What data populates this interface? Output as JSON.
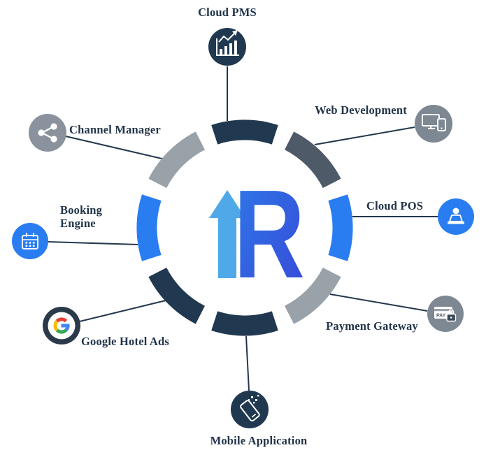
{
  "diagram": {
    "description": "Product integration wheel diagram with central logo and eight connected services"
  },
  "center": {
    "logo_letter": "R"
  },
  "colors": {
    "navy": "#203950",
    "slate": "#4e5a68",
    "gray": "#99a1a9",
    "blue": "#2a7df0",
    "light_blue": "#4fa8e8",
    "connector": "#24384d",
    "label_text": "#213449",
    "google_blue": "#4285F4",
    "google_red": "#EA4335",
    "google_yellow": "#FBBC05",
    "google_green": "#34A853"
  },
  "nodes": [
    {
      "id": "cloud-pms",
      "label": "Cloud PMS",
      "icon": "bar-chart-icon",
      "circle_color": "#203950"
    },
    {
      "id": "web-development",
      "label": "Web Development",
      "icon": "devices-icon",
      "circle_color": "#7e8893"
    },
    {
      "id": "cloud-pos",
      "label": "Cloud POS",
      "icon": "pos-agent-icon",
      "circle_color": "#2a7df0"
    },
    {
      "id": "payment-gateway",
      "label": "Payment Gateway",
      "icon": "payment-card-icon",
      "circle_color": "#7e8893"
    },
    {
      "id": "mobile-application",
      "label": "Mobile Application",
      "icon": "mobile-phone-icon",
      "circle_color": "#203950"
    },
    {
      "id": "google-hotel-ads",
      "label": "Google Hotel Ads",
      "icon": "google-g-icon",
      "circle_color": "#2b3a4a"
    },
    {
      "id": "booking-engine",
      "label": "Booking Engine",
      "icon": "calendar-icon",
      "circle_color": "#2a7df0"
    },
    {
      "id": "channel-manager",
      "label": "Channel Manager",
      "icon": "share-icon",
      "circle_color": "#8a939d"
    }
  ],
  "icons": {
    "pay_label": "PAY"
  }
}
